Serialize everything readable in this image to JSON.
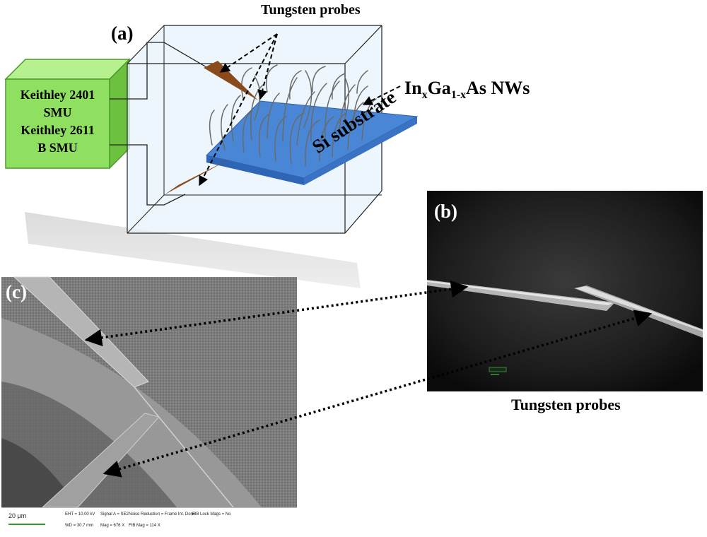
{
  "panels": {
    "a": {
      "label": "(a)",
      "probes_label": "Tungsten probes",
      "nw_label_parts": [
        "In",
        "x",
        "Ga",
        "1-x",
        "As NWs"
      ],
      "substrate_label": "Si substrate",
      "smu_lines": [
        "Keithley 2401",
        "SMU",
        "Keithley 2611",
        "B SMU"
      ]
    },
    "b": {
      "label": "(b)",
      "caption": "Tungsten probes"
    },
    "c": {
      "label": "(c)",
      "scale_bar": "20 µm",
      "info_row1": [
        "EHT = 10.00 kV",
        "Signal A = SE2",
        "Noise Reduction = Frame Int. Done",
        "FIB Lock Mags = No"
      ],
      "info_row2": [
        "WD = 30.7 mm",
        "Mag = 676 X",
        "FIB Mag = 114 X"
      ]
    }
  },
  "colors": {
    "smu_box": "#8fe060",
    "substrate": "#4a86d6",
    "probe": "#8b4a1c",
    "box_fill": "#e6f3fb"
  }
}
